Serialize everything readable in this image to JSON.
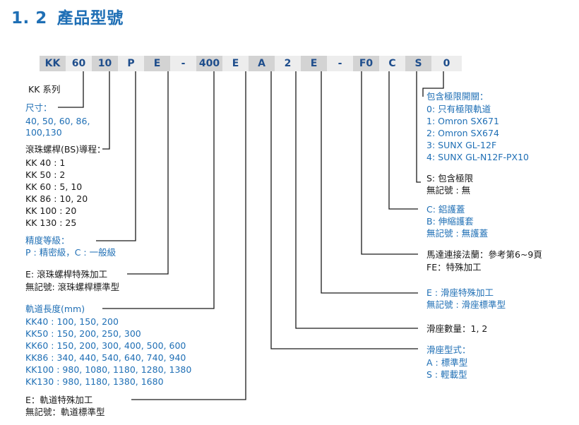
{
  "heading": {
    "num": "1. 2",
    "title": "產品型號"
  },
  "code": [
    "KK",
    "60",
    "10",
    "P",
    "E",
    "-",
    "400",
    "E",
    "A",
    "2",
    "E",
    "-",
    "F0",
    "C",
    "S",
    "0"
  ],
  "left": {
    "series": "KK 系列",
    "size_title": "尺寸：",
    "size_values_1": "40, 50, 60, 86,",
    "size_values_2": "100,130",
    "lead_title": "滾珠螺桿(BS)導程：",
    "lead_rows": [
      "KK 40 : 1",
      "KK 50 : 2",
      "KK 60 :  5, 10",
      "KK 86 :  10, 20",
      "KK 100 :  20",
      "KK 130 :  25"
    ],
    "grade_title": "精度等級：",
    "grade_values": "P : 精密級，C : 一般級",
    "screw_special": "E:  滾珠螺桿特殊加工",
    "screw_standard": "無記號:  滾珠螺桿標準型",
    "rail_title": "軌道長度(mm)",
    "rail_rows": [
      "KK40 : 100, 150, 200",
      "KK50 : 150, 200, 250, 300",
      "KK60 : 150, 200, 300,  400,  500, 600",
      "KK86 : 340, 440, 540, 640, 740, 940",
      "KK100 : 980, 1080, 1180, 1280, 1380",
      "KK130 : 980, 1180, 1380, 1680"
    ],
    "rail_special": "E：軌道特殊加工",
    "rail_standard": "無記號：軌道標準型"
  },
  "right": {
    "limit_title": "包含極限開關：",
    "limit_rows": [
      "0:  只有極限軌道",
      "1:  Omron SX671",
      "2:  Omron SX674",
      "3:  SUNX GL-12F",
      "4:  SUNX GL-N12F-PX10"
    ],
    "s_row": "S:  包含極限",
    "s_none": "無記號 : 無",
    "c_row": "C:  鋁護蓋",
    "b_row": "B:  伸縮護套",
    "cover_none": "無記號 : 無護蓋",
    "motor_title": "馬達連接法蘭：參考第6~9頁",
    "motor_fe": "FE：特殊加工",
    "slider_special": "E : 滑座特殊加工",
    "slider_standard": "無記號 : 滑座標準型",
    "slider_qty": "滑座數量：1, 2",
    "slider_type_title": "滑座型式：",
    "slider_type_a": "A : 標準型",
    "slider_type_s": "S : 輕載型"
  },
  "colors": {
    "blue": "#1f6fb5",
    "code_text": "#1f4e8c",
    "dark_seg": "#d3d3d3",
    "light_seg": "#ededed"
  }
}
